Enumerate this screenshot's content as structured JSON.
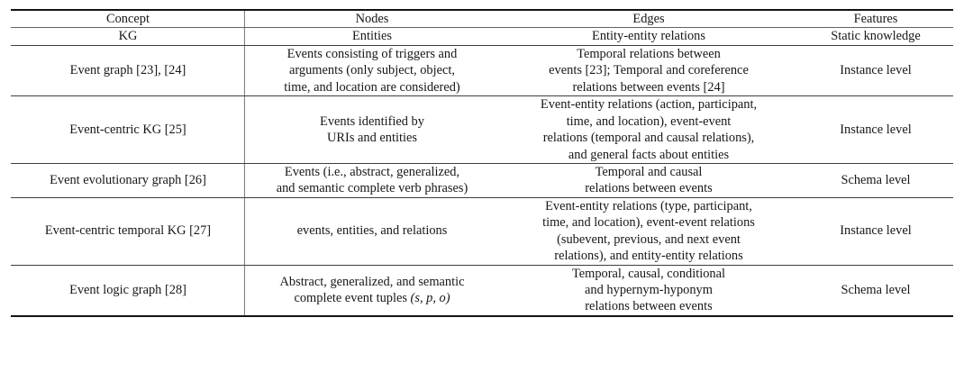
{
  "table": {
    "caption": "",
    "columns": [
      {
        "key": "concept",
        "label": "Concept"
      },
      {
        "key": "nodes",
        "label": "Nodes"
      },
      {
        "key": "edges",
        "label": "Edges"
      },
      {
        "key": "features",
        "label": "Features"
      }
    ],
    "rows": [
      {
        "concept": "KG",
        "nodes": "Entities",
        "edges": "Entity-entity relations",
        "features": "Static knowledge"
      },
      {
        "concept": "Event graph [23], [24]",
        "nodes": "Events consisting of triggers and\narguments (only subject, object,\ntime, and location are considered)",
        "edges": "Temporal relations between\nevents [23]; Temporal and coreference\nrelations between events [24]",
        "features": "Instance level"
      },
      {
        "concept": "Event-centric KG [25]",
        "nodes": "Events identified by\nURIs and entities",
        "edges": "Event-entity relations (action, participant,\ntime, and location), event-event\nrelations (temporal and causal relations),\nand general facts about entities",
        "features": "Instance level"
      },
      {
        "concept": "Event evolutionary graph [26]",
        "nodes": "Events (i.e., abstract, generalized,\nand semantic complete verb phrases)",
        "edges": "Temporal and causal\nrelations between events",
        "features": "Schema level"
      },
      {
        "concept": "Event-centric temporal KG [27]",
        "nodes": "events, entities, and relations",
        "edges": "Event-entity relations (type, participant,\ntime, and location), event-event relations\n(subevent, previous, and next event\nrelations), and entity-entity relations",
        "features": "Instance level"
      },
      {
        "concept": "Event logic graph [28]",
        "nodes_prefix": "Abstract, generalized, and semantic\ncomplete event tuples ",
        "nodes_tuple": "(s, p, o)",
        "edges": "Temporal, causal, conditional\nand hypernym-hyponym\nrelations between events",
        "features": "Schema level"
      }
    ]
  },
  "style": {
    "rule_color": "#111417",
    "thin_rule_color": "#5d6268",
    "separator_color": "#7d8288",
    "text_color": "#15171a",
    "background": "#ffffff"
  }
}
